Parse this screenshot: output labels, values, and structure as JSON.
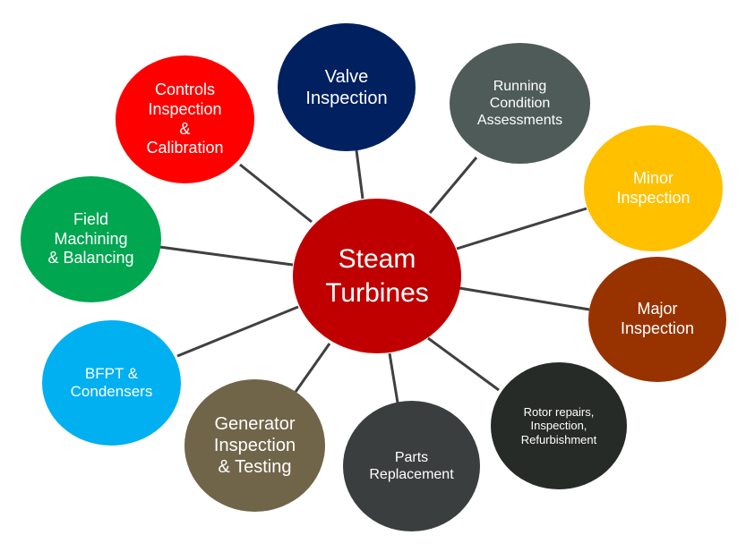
{
  "center": {
    "label": "Steam\nTurbines",
    "color": "#c00000"
  },
  "nodes": [
    {
      "id": "valve",
      "label": "Valve\nInspection",
      "color": "#002060"
    },
    {
      "id": "running",
      "label": "Running\nCondition\nAssessments",
      "color": "#4e5b58"
    },
    {
      "id": "minor",
      "label": "Minor\nInspection",
      "color": "#ffc000"
    },
    {
      "id": "major",
      "label": "Major\nInspection",
      "color": "#983300"
    },
    {
      "id": "rotor",
      "label": "Rotor repairs,\nInspection,\nRefurbishment",
      "color": "#262b28"
    },
    {
      "id": "parts",
      "label": "Parts\nReplacement",
      "color": "#3a3e3e"
    },
    {
      "id": "generator",
      "label": "Generator\nInspection\n& Testing",
      "color": "#716549"
    },
    {
      "id": "bfpt",
      "label": "BFPT &\nCondensers",
      "color": "#00b0f0"
    },
    {
      "id": "field",
      "label": "Field\nMachining\n& Balancing",
      "color": "#00a650"
    },
    {
      "id": "controls",
      "label": "Controls\nInspection\n&\nCalibration",
      "color": "#ff0000"
    }
  ],
  "connector_color": "#404040"
}
